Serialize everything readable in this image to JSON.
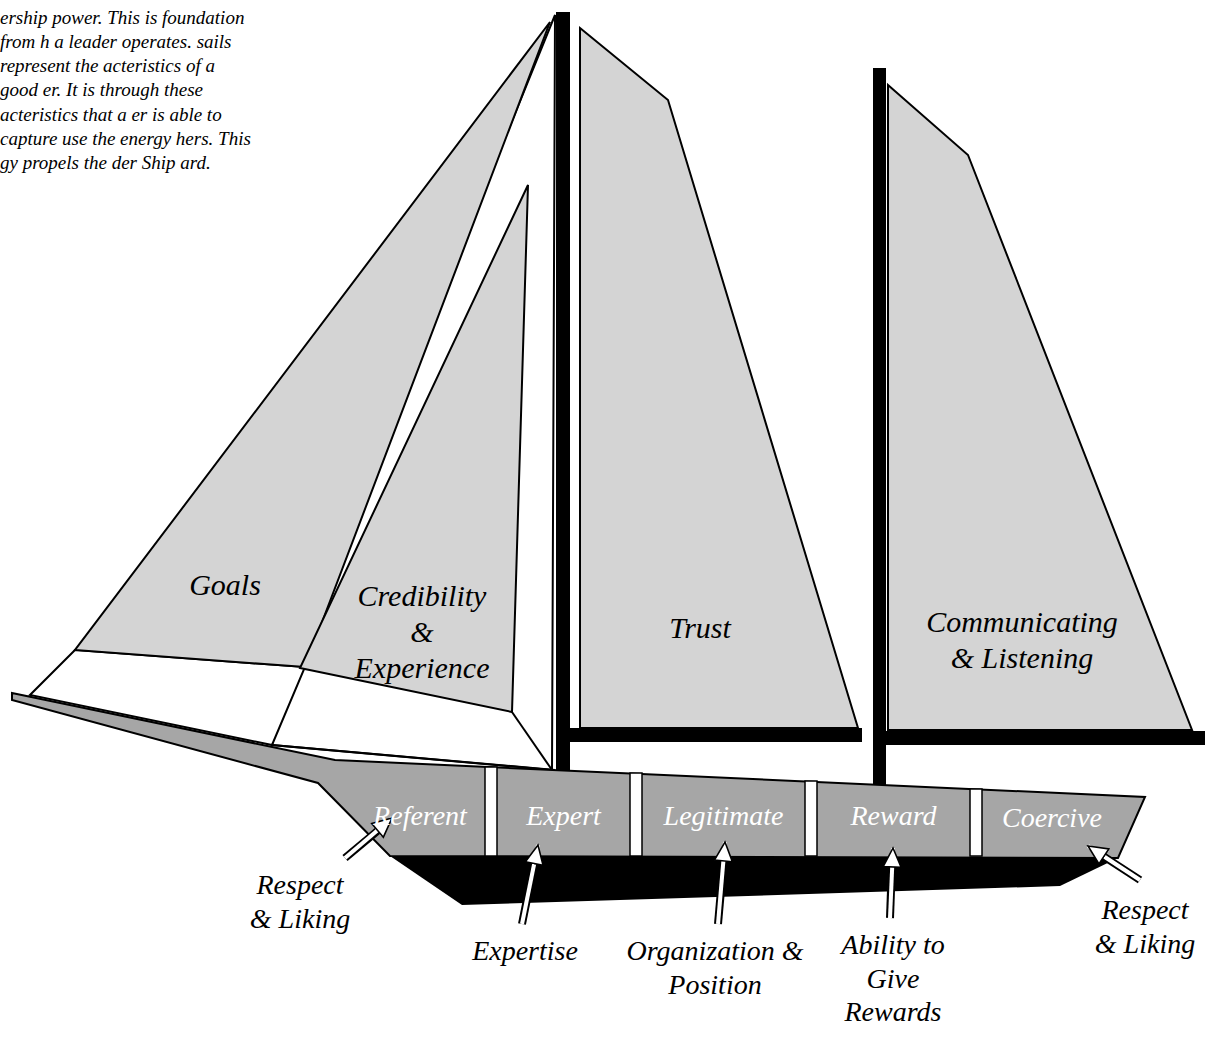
{
  "diagram": {
    "nodes": [
      {
        "text": [
          "Goals"
        ]
      },
      {
        "text": [
          "Credibility & Experience"
        ]
      },
      {
        "text": [
          "Trust"
        ]
      },
      {
        "text": [
          "Communicating & Listening"
        ]
      },
      {
        "text": [
          "Referent"
        ]
      },
      {
        "text": [
          "Expert"
        ]
      },
      {
        "text": [
          "Legitimate"
        ]
      },
      {
        "text": [
          "Reward"
        ]
      },
      {
        "text": [
          "Coercive"
        ]
      }
    ],
    "labels": [
      "ership power. This is foundation from h a leader operates. sails represent the acteristics of a good er. It is through these acteristics that a er is able to capture use the energy hers. This gy propels the der Ship ard.",
      "Respect & Liking",
      "Expertise",
      "Organization & Position",
      "Ability to Give Rewards",
      "Respect & Liking"
    ]
  }
}
